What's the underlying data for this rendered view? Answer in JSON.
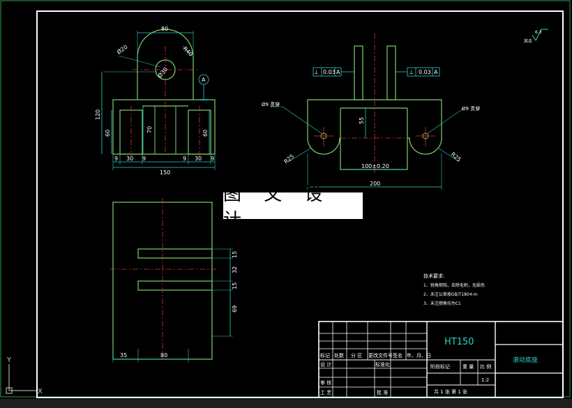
{
  "watermark": "图 文 设 计",
  "roughness": {
    "value": "6.3",
    "label": "其余"
  },
  "front_view": {
    "dims": {
      "top_width": "80",
      "phi_hole": "Ø20",
      "radius": "R40",
      "bore": "Ø30",
      "datum": "A",
      "height": "120",
      "slot_h_left": "60",
      "center_h": "70",
      "slot_h_right": "60",
      "b1": "9",
      "b2": "30",
      "b3": "9",
      "b4": "9",
      "b5": "30",
      "b6": "9",
      "total_width": "150"
    }
  },
  "side_view": {
    "tol_left": {
      "symbol": "⊥",
      "value": "0.03",
      "datum": "A"
    },
    "tol_right": {
      "symbol": "⊥",
      "value": "0.03",
      "datum": "A"
    },
    "left_hole": "Ø9 贯穿",
    "right_hole": "Ø9 贯穿",
    "depth": "55",
    "radius_left": "R25",
    "radius_right": "R25",
    "slot_width": "100±0.20",
    "total_width": "200"
  },
  "top_view": {
    "dims": {
      "d15a": "15",
      "d32": "32",
      "d15b": "15",
      "d69": "69",
      "w35": "35",
      "w80": "80"
    }
  },
  "tech_notes": {
    "title": "技术要求:",
    "lines": [
      "1、锐角倒钝，去除毛刺，无损伤",
      "2、未注公差按GB/T1804-m",
      "3、未注倒角均为C1"
    ]
  },
  "title_block": {
    "material": "HT150",
    "part_name": "滚动底座",
    "col_headers": [
      "标记",
      "处数",
      "分 区",
      "更改文件号",
      "签名",
      "年、月、日"
    ],
    "row_design": "设 计",
    "row_standard": "标准化",
    "row_review": "审 核",
    "row_process": "工 艺",
    "row_approve": "批 准",
    "stage_label": "阶段标记",
    "weight_label": "重 量",
    "scale_label": "比 例",
    "scale_value": "1:2",
    "sheet_text": "共 1 张  第 1 张"
  },
  "ucs": {
    "y": "Y",
    "x": "X"
  },
  "colors": {
    "outline": "#ffffff",
    "part": "#7cd36b",
    "dim": "#2ed1c6",
    "center": "#e03030"
  }
}
